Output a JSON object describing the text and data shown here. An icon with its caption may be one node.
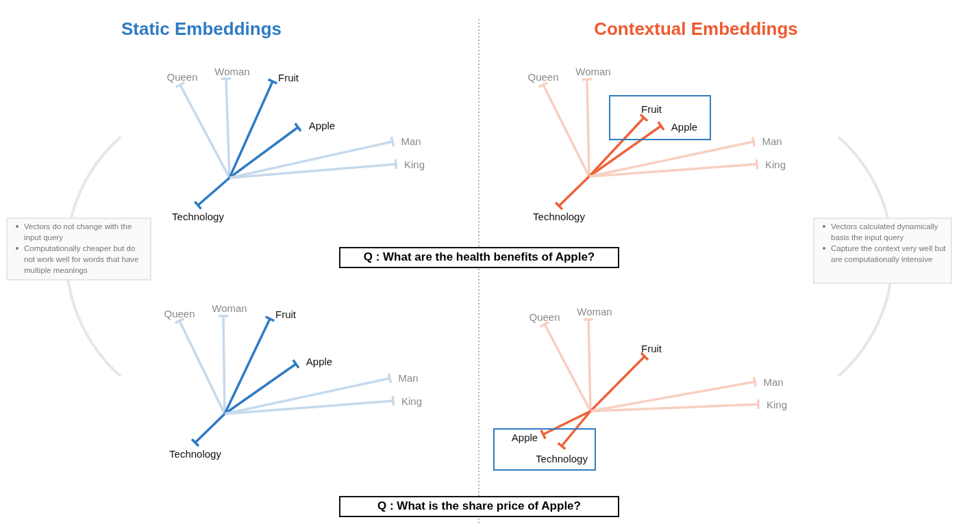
{
  "diagram": {
    "nodes": [
      {
        "text": [
          "Queen"
        ]
      },
      {
        "text": [
          "Woman"
        ]
      },
      {
        "text": [
          "Fruit"
        ]
      },
      {
        "text": [
          "Apple"
        ]
      },
      {
        "text": [
          "Man"
        ]
      },
      {
        "text": [
          "King"
        ]
      },
      {
        "text": [
          "Technology"
        ]
      },
      {
        "text": [
          "Queen"
        ]
      },
      {
        "text": [
          "Woman"
        ]
      },
      {
        "text": [],
        "shape": "box"
      },
      {
        "text": [
          "Fruit"
        ],
        "in": 9
      },
      {
        "text": [
          "Apple"
        ],
        "in": 9
      },
      {
        "text": [
          "Man"
        ]
      },
      {
        "text": [
          "King"
        ]
      },
      {
        "text": [
          "Technology"
        ]
      },
      {
        "text": [
          "Vectors do not change with the input query",
          "Computationally cheaper but do not work well for words that have multiple meanings"
        ]
      },
      {
        "text": [
          "Vectors calculated dynamically basis the input query",
          "Capture the context very well but are computationally intensive"
        ]
      },
      {
        "text": [
          "Q : What are the health benefits of Apple?"
        ]
      },
      {
        "text": [
          "Queen"
        ]
      },
      {
        "text": [
          "Woman"
        ]
      },
      {
        "text": [
          "Fruit"
        ]
      },
      {
        "text": [
          "Apple"
        ]
      },
      {
        "text": [
          "Man"
        ]
      },
      {
        "text": [
          "King"
        ]
      },
      {
        "text": [
          "Technology"
        ]
      },
      {
        "text": [
          "Queen"
        ]
      },
      {
        "text": [
          "Woman"
        ]
      },
      {
        "text": [
          "Fruit"
        ]
      },
      {
        "text": [
          "Man"
        ]
      },
      {
        "text": [
          "King"
        ]
      },
      {
        "text": [],
        "shape": "box"
      },
      {
        "text": [
          "Apple"
        ],
        "in": 30
      },
      {
        "text": [
          "Technology"
        ],
        "in": 30
      },
      {
        "text": [
          "Q : What is the share price of Apple?"
        ]
      }
    ],
    "edges": [
      {
        "from": null,
        "to": 0,
        "arrow": "other",
        "color": "#c5d9ec"
      },
      {
        "from": null,
        "to": 1,
        "arrow": "other",
        "color": "#c5d9ec"
      },
      {
        "from": null,
        "to": 2,
        "arrow": "other",
        "color": "#2e7bc4"
      },
      {
        "from": null,
        "to": 3,
        "arrow": "other",
        "color": "#2e7bc4"
      },
      {
        "from": null,
        "to": 4,
        "arrow": "other",
        "color": "#c5d9ec"
      },
      {
        "from": null,
        "to": 5,
        "arrow": "other",
        "color": "#c5d9ec"
      },
      {
        "from": null,
        "to": 6,
        "arrow": "other",
        "color": "#2e7bc4"
      },
      {
        "from": null,
        "to": 7,
        "arrow": "other",
        "color": "#f8cfc2"
      },
      {
        "from": null,
        "to": 8,
        "arrow": "other",
        "color": "#f8cfc2"
      },
      {
        "from": null,
        "to": 10,
        "arrow": "other",
        "color": "#ef6239"
      },
      {
        "from": null,
        "to": 11,
        "arrow": "other",
        "color": "#ef6239"
      },
      {
        "from": null,
        "to": 12,
        "arrow": "other",
        "color": "#f8cfc2"
      },
      {
        "from": null,
        "to": 13,
        "arrow": "other",
        "color": "#f8cfc2"
      },
      {
        "from": null,
        "to": 14,
        "arrow": "other",
        "color": "#ef6239"
      },
      {
        "from": null,
        "to": 18,
        "arrow": "other",
        "color": "#c5d9ec"
      },
      {
        "from": null,
        "to": 19,
        "arrow": "other",
        "color": "#c5d9ec"
      },
      {
        "from": null,
        "to": 20,
        "arrow": "other",
        "color": "#2e7bc4"
      },
      {
        "from": null,
        "to": 21,
        "arrow": "other",
        "color": "#2e7bc4"
      },
      {
        "from": null,
        "to": 22,
        "arrow": "other",
        "color": "#c5d9ec"
      },
      {
        "from": null,
        "to": 23,
        "arrow": "other",
        "color": "#c5d9ec"
      },
      {
        "from": null,
        "to": 24,
        "arrow": "other",
        "color": "#2e7bc4"
      },
      {
        "from": null,
        "to": 25,
        "arrow": "other",
        "color": "#f8cfc2"
      },
      {
        "from": null,
        "to": 26,
        "arrow": "other",
        "color": "#f8cfc2"
      },
      {
        "from": null,
        "to": 27,
        "arrow": "other",
        "color": "#ef6239"
      },
      {
        "from": null,
        "to": 28,
        "arrow": "other",
        "color": "#f8cfc2"
      },
      {
        "from": null,
        "to": 29,
        "arrow": "other",
        "color": "#f8cfc2"
      },
      {
        "from": null,
        "to": 31,
        "arrow": "other",
        "color": "#ef6239"
      },
      {
        "from": null,
        "to": 32,
        "arrow": "other",
        "color": "#ef6239"
      }
    ],
    "labels": [
      "Static Embeddings",
      "Contextual Embeddings"
    ]
  }
}
